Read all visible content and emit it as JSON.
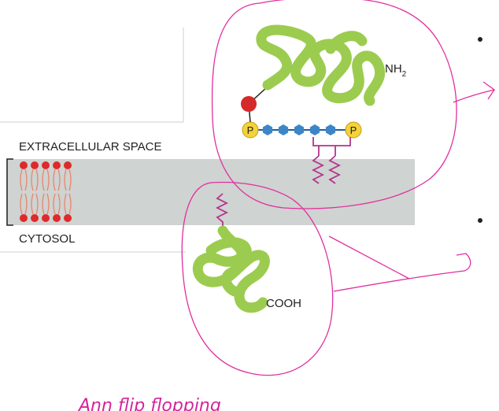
{
  "labels": {
    "extracellular": "EXTRACELLULAR SPACE",
    "cytosol": "CYTOSOL",
    "nh2": "NH",
    "nh2_sub": "2",
    "cooh": "COOH",
    "phosphate": "P"
  },
  "annotation": {
    "handwritten": "Ann flip flopping"
  },
  "colors": {
    "membrane": "#cfd3d1",
    "protein": "#9ccc4f",
    "lipid_head": "#de2a2a",
    "lipid_tail": "#e8866d",
    "phosphate": "#f4d33a",
    "sugar": "#3c86c8",
    "anchor": "#b4338e",
    "ink": "#e0309e"
  }
}
